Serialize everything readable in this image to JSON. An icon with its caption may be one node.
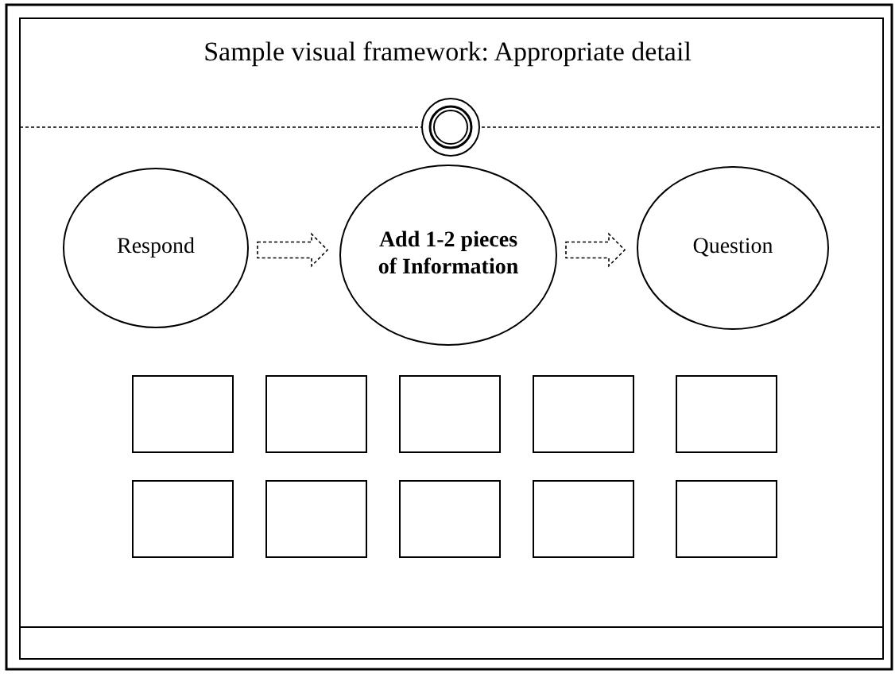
{
  "diagram": {
    "title": "Sample visual framework: Appropriate detail",
    "nodes": [
      {
        "text": [
          "Respond"
        ]
      },
      {
        "text": [
          "Add 1-2 pieces of Information"
        ]
      },
      {
        "text": [
          "Question"
        ]
      },
      {
        "text": [],
        "shape": "box"
      },
      {
        "text": [],
        "shape": "box"
      },
      {
        "text": [],
        "shape": "box"
      },
      {
        "text": [],
        "shape": "box"
      },
      {
        "text": [],
        "shape": "box"
      },
      {
        "text": [],
        "shape": "box"
      },
      {
        "text": [],
        "shape": "box"
      },
      {
        "text": [],
        "shape": "box"
      },
      {
        "text": [],
        "shape": "box"
      },
      {
        "text": [],
        "shape": "box"
      }
    ],
    "edges": [
      {
        "from": 0,
        "to": 1,
        "arrow": "to",
        "style": "dashed"
      },
      {
        "from": 1,
        "to": 2,
        "arrow": "to",
        "style": "dashed"
      }
    ]
  }
}
